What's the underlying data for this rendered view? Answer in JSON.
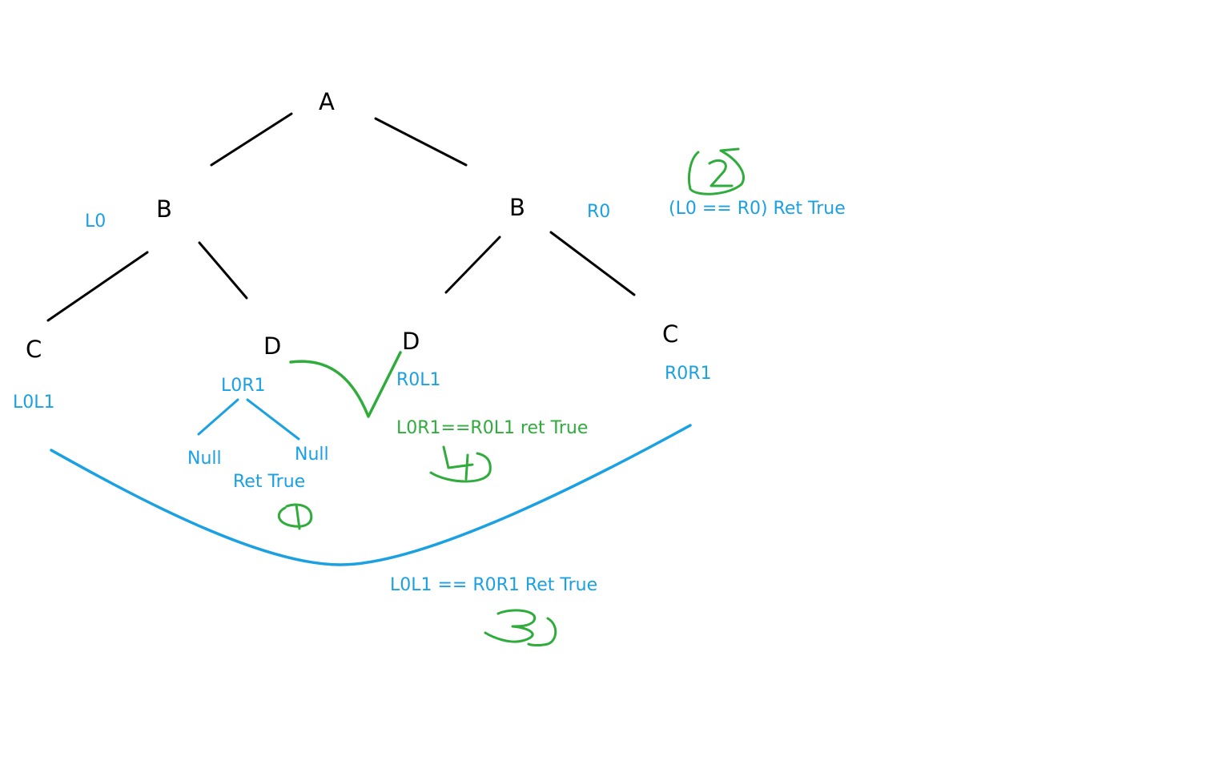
{
  "colors": {
    "edge": "#000000",
    "blue": "#1ba1e2",
    "green": "#2fac3c"
  },
  "nodes": {
    "root": "A",
    "left_b": "B",
    "right_b": "B",
    "left_c": "C",
    "left_d": "D",
    "right_d": "D",
    "right_c": "C"
  },
  "annotations": {
    "l0": "L0",
    "r0": "R0",
    "l0l1": "L0L1",
    "l0r1": "L0R1",
    "r0l1": "R0L1",
    "r0r1": "R0R1",
    "null_left": "Null",
    "null_right": "Null",
    "ret_true_leaf": "Ret True",
    "l0_eq_r0": "(L0 == R0) Ret True",
    "l0r1_eq_r0l1": "L0R1==R0L1 ret True",
    "l0l1_eq_r0r1": "L0L1 == R0R1 Ret True"
  },
  "step_numbers": {
    "step_1": "1",
    "step_2": "2",
    "step_3": "3",
    "step_4": "4"
  }
}
